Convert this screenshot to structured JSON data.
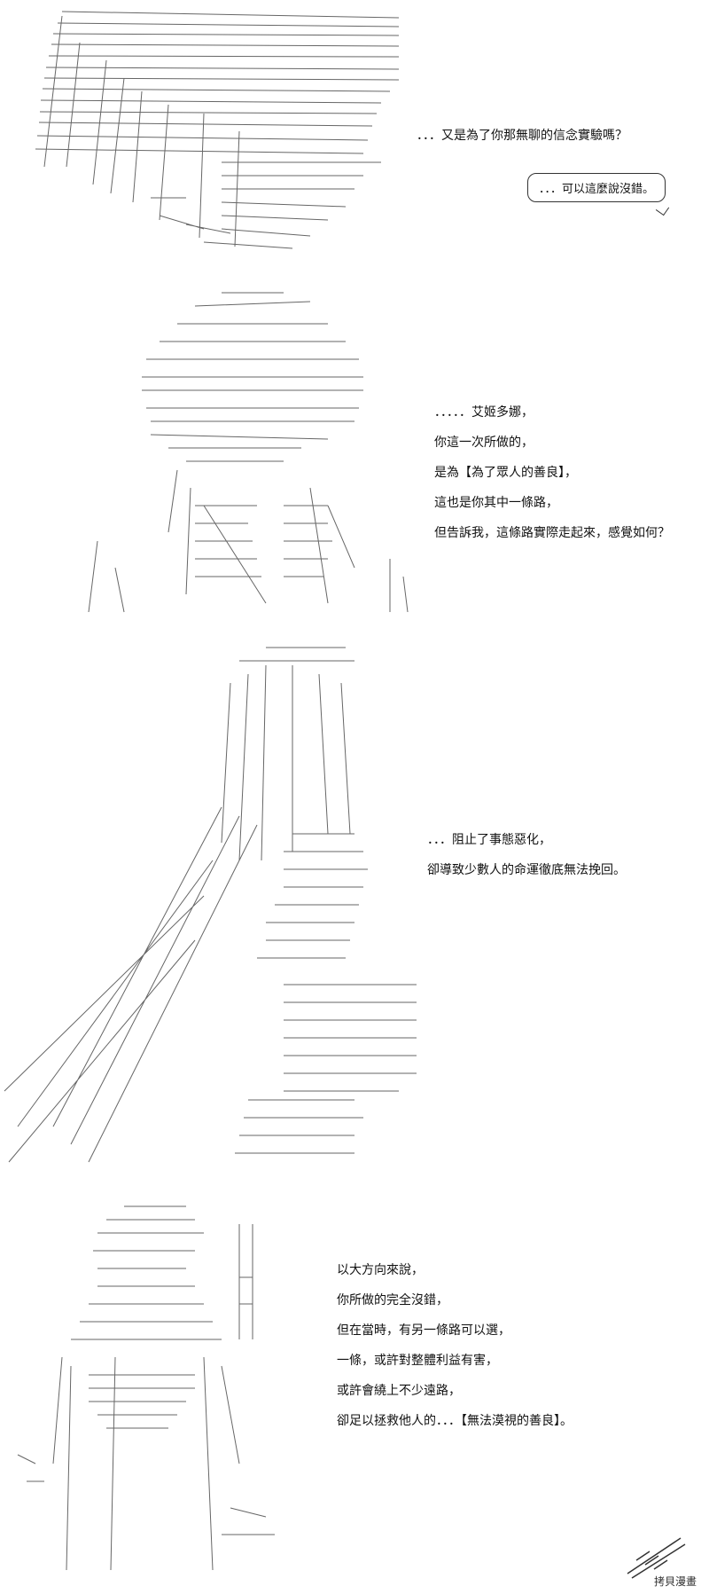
{
  "panel1": {
    "lines": [
      "．．．又是為了你那無聊的信念實驗嗎？"
    ],
    "bubble": "．．．可以這麼說沒錯。"
  },
  "panel2": {
    "lines": [
      "．．．．．艾姬多娜，",
      "你這一次所做的，",
      "是為【為了眾人的善良】，",
      "這也是你其中一條路，",
      "但告訴我，這條路實際走起來，感覺如何？"
    ]
  },
  "panel3": {
    "lines": [
      "．．．阻止了事態惡化，",
      "卻導致少數人的命運徹底無法挽回。"
    ]
  },
  "panel4": {
    "lines": [
      "以大方向來說，",
      "你所做的完全沒錯，",
      "但在當時，有另一條路可以選，",
      "一條，或許對整體利益有害，",
      "或許會繞上不少遠路，",
      "卻足以拯救他人的．．．【無法漠視的善良】。"
    ]
  },
  "watermark": {
    "text": "拷貝漫畫"
  }
}
